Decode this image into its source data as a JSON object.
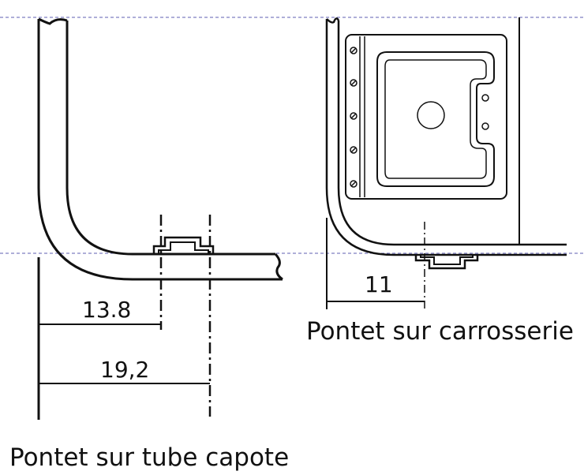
{
  "dimensions": {
    "tube_first": "13.8",
    "tube_second": "19,2",
    "body": "11"
  },
  "captions": {
    "tube": "Pontet sur tube capote",
    "body": "Pontet sur carrosserie"
  },
  "colors": {
    "line": "#111111",
    "reference_dash": "#5f5fb0"
  }
}
